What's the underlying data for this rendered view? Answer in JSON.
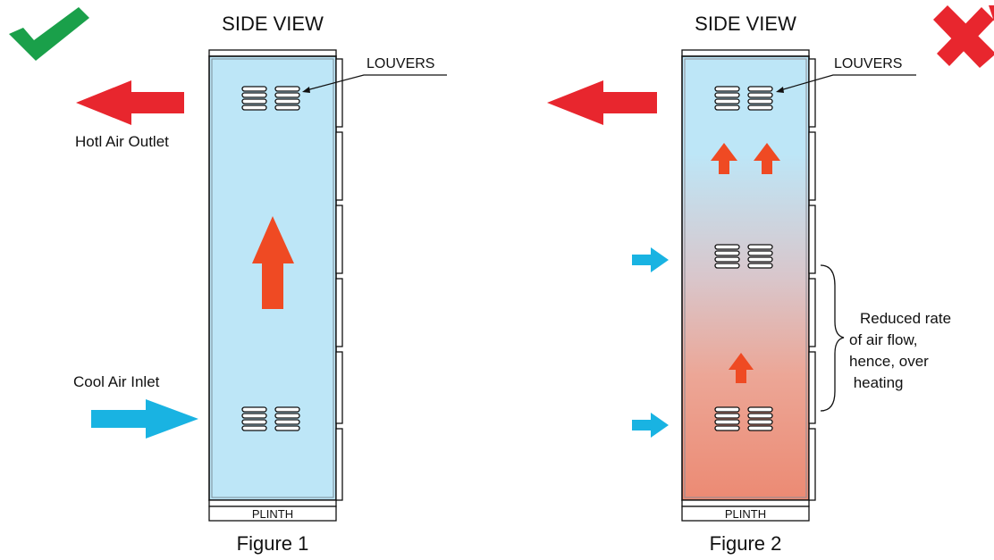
{
  "figures": [
    {
      "view_title": "SIDE VIEW",
      "louvers_label": "LOUVERS",
      "outlet_label": "Hotl Air Outlet",
      "inlet_label": "Cool Air Inlet",
      "plinth_label": "PLINTH",
      "caption": "Figure 1",
      "status": "correct",
      "status_icon": "check-mark-icon"
    },
    {
      "view_title": "SIDE VIEW",
      "louvers_label": "LOUVERS",
      "plinth_label": "PLINTH",
      "caption": "Figure 2",
      "status": "incorrect",
      "status_icon": "cross-mark-icon",
      "note_lines": [
        "Reduced rate",
        "of air flow,",
        "hence, over",
        " heating"
      ]
    }
  ],
  "colors": {
    "hot_arrow": "#e8262e",
    "up_arrow": "#ef4a23",
    "cool_arrow": "#19b3e2",
    "cabinet_blue": "#bde6f7",
    "cabinet_hot": "#ec8a73",
    "check": "#1aa04a",
    "cross": "#e8262e"
  }
}
